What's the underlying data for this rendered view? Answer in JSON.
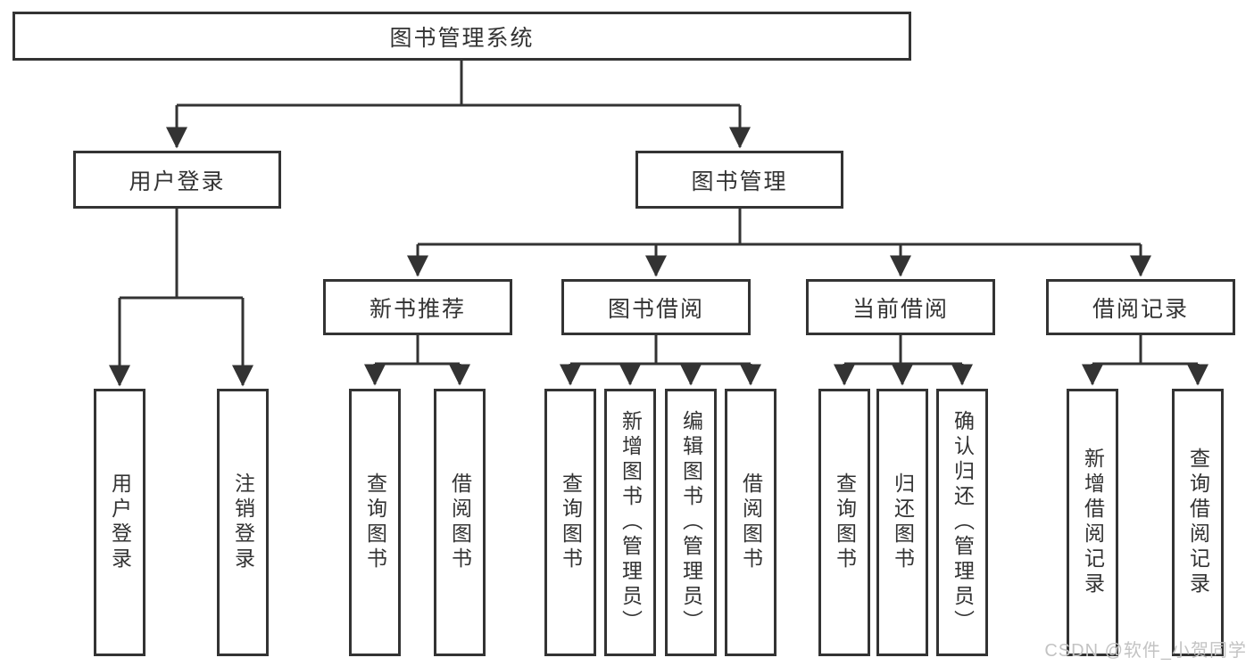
{
  "diagram": {
    "root": {
      "label": "图书管理系统"
    },
    "level2": [
      {
        "label": "用户登录",
        "children": [
          {
            "label": "用户登录"
          },
          {
            "label": "注销登录"
          }
        ]
      },
      {
        "label": "图书管理",
        "children": [
          {
            "label": "新书推荐",
            "children": [
              {
                "label": "查询图书"
              },
              {
                "label": "借阅图书"
              }
            ]
          },
          {
            "label": "图书借阅",
            "children": [
              {
                "label": "查询图书"
              },
              {
                "label": "新增图书（管理员）"
              },
              {
                "label": "编辑图书（管理员）"
              },
              {
                "label": "借阅图书"
              }
            ]
          },
          {
            "label": "当前借阅",
            "children": [
              {
                "label": "查询图书"
              },
              {
                "label": "归还图书"
              },
              {
                "label": "确认归还（管理员）"
              }
            ]
          },
          {
            "label": "借阅记录",
            "children": [
              {
                "label": "新增借阅记录"
              },
              {
                "label": "查询借阅记录"
              }
            ]
          }
        ]
      }
    ]
  },
  "watermark": {
    "text": "CSDN @软件_小贺同学"
  },
  "colors": {
    "line": "#333333",
    "box_border": "#333333",
    "box_fill": "#ffffff",
    "text": "#333333",
    "watermark": "#c3c3c3",
    "background": "#ffffff"
  }
}
